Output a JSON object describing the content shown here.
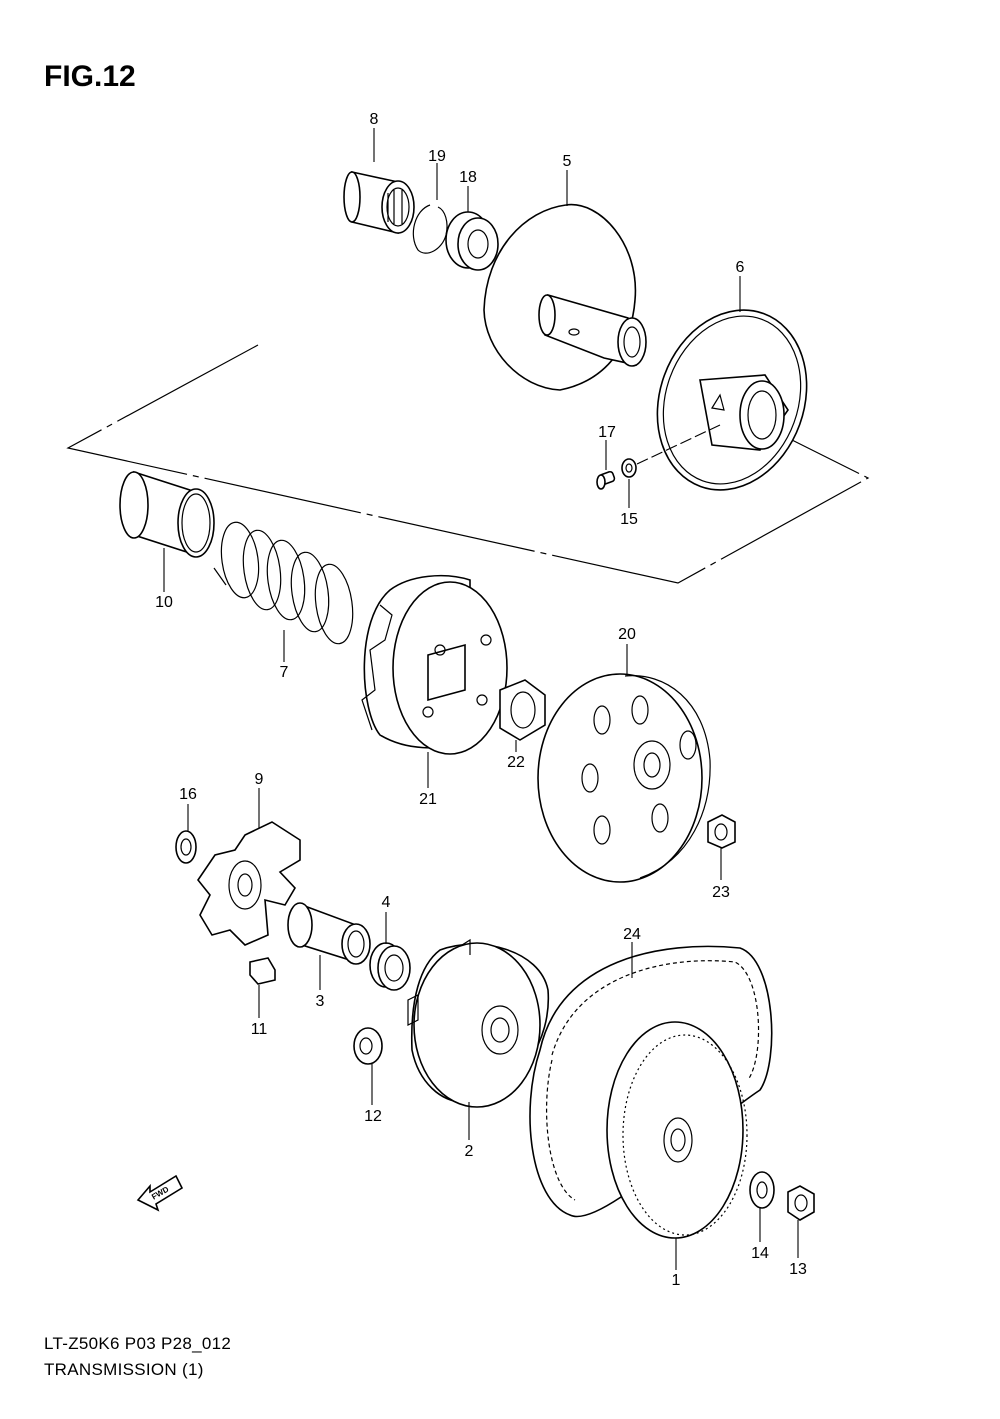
{
  "figure_title": "FIG.12",
  "footer_code": "LT-Z50K6 P03 P28_012",
  "footer_name": "TRANSMISSION (1)",
  "fwd_label": "FWD",
  "callouts": [
    "1",
    "2",
    "3",
    "4",
    "5",
    "6",
    "7",
    "8",
    "9",
    "10",
    "11",
    "12",
    "13",
    "14",
    "15",
    "16",
    "17",
    "18",
    "19",
    "20",
    "21",
    "22",
    "23",
    "24"
  ]
}
